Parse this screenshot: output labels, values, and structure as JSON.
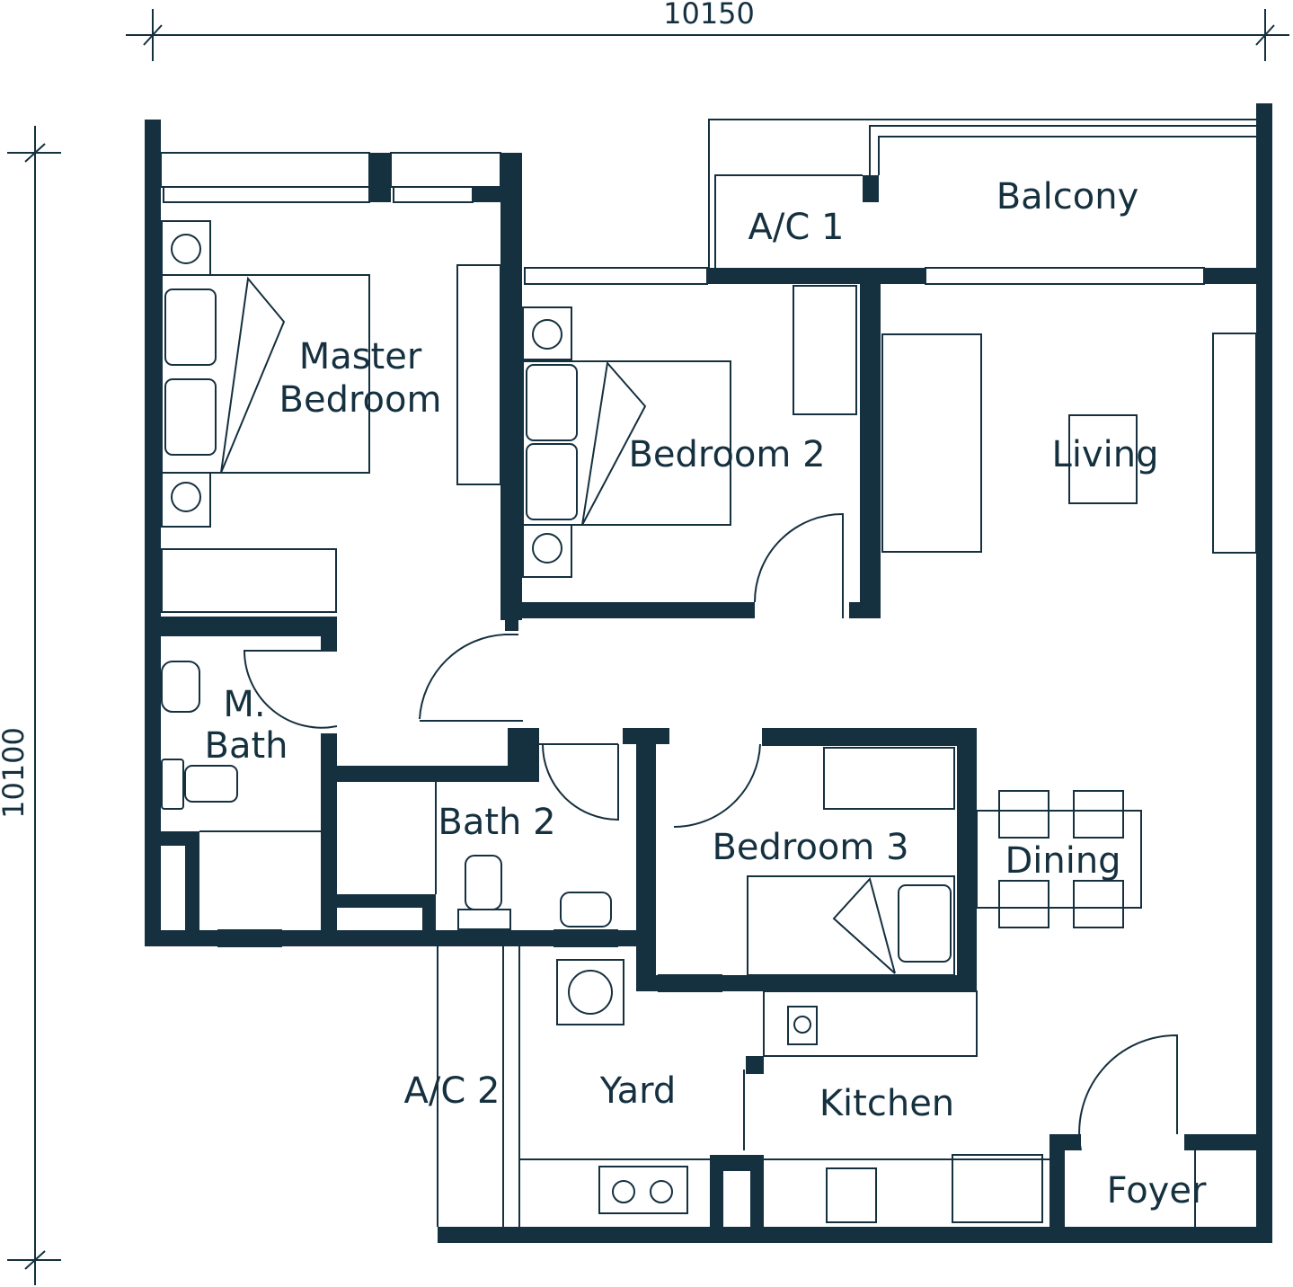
{
  "plan": {
    "color": "#15303f",
    "dimensions": {
      "width_label": "10150",
      "height_label": "10100"
    },
    "rooms": {
      "master_bedroom_line1": "Master",
      "master_bedroom_line2": "Bedroom",
      "bedroom2": "Bedroom 2",
      "ac1": "A/C 1",
      "balcony": "Balcony",
      "living": "Living",
      "mbath_line1": "M.",
      "mbath_line2": "Bath",
      "bath2": "Bath 2",
      "bedroom3": "Bedroom 3",
      "dining": "Dining",
      "ac2": "A/C 2",
      "yard": "Yard",
      "kitchen": "Kitchen",
      "foyer": "Foyer"
    }
  }
}
